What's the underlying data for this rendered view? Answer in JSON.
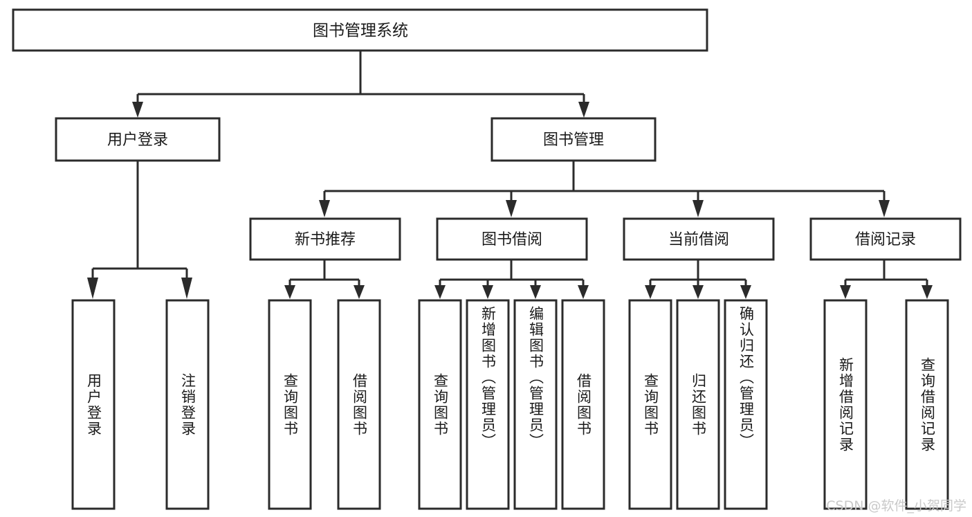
{
  "diagram": {
    "type": "tree-hierarchy",
    "title": "图书管理系统",
    "watermark": "CSDN @软件_小贺同学",
    "colors": {
      "background": "#ffffff",
      "stroke": "#2b2b2b",
      "node_fill": "#ffffff",
      "text": "#1a1a1a",
      "watermark": "#c9c9c9"
    },
    "levels": {
      "root": {
        "label": "图书管理系统"
      },
      "level2": [
        {
          "label": "用户登录"
        },
        {
          "label": "图书管理"
        }
      ],
      "level3": [
        {
          "label": "新书推荐"
        },
        {
          "label": "图书借阅"
        },
        {
          "label": "当前借阅"
        },
        {
          "label": "借阅记录"
        }
      ]
    },
    "leaves": {
      "user_login": [
        {
          "label": "用户登录"
        },
        {
          "label": "注销登录"
        }
      ],
      "new_book_recommend": [
        {
          "label": "查询图书"
        },
        {
          "label": "借阅图书"
        }
      ],
      "book_borrow": [
        {
          "label": "查询图书"
        },
        {
          "label": "新增图书（管理员）"
        },
        {
          "label": "编辑图书（管理员）"
        },
        {
          "label": "借阅图书"
        }
      ],
      "current_borrow": [
        {
          "label": "查询图书"
        },
        {
          "label": "归还图书"
        },
        {
          "label": "确认归还（管理员）"
        }
      ],
      "borrow_record": [
        {
          "label": "新增借阅记录"
        },
        {
          "label": "查询借阅记录"
        }
      ]
    }
  }
}
